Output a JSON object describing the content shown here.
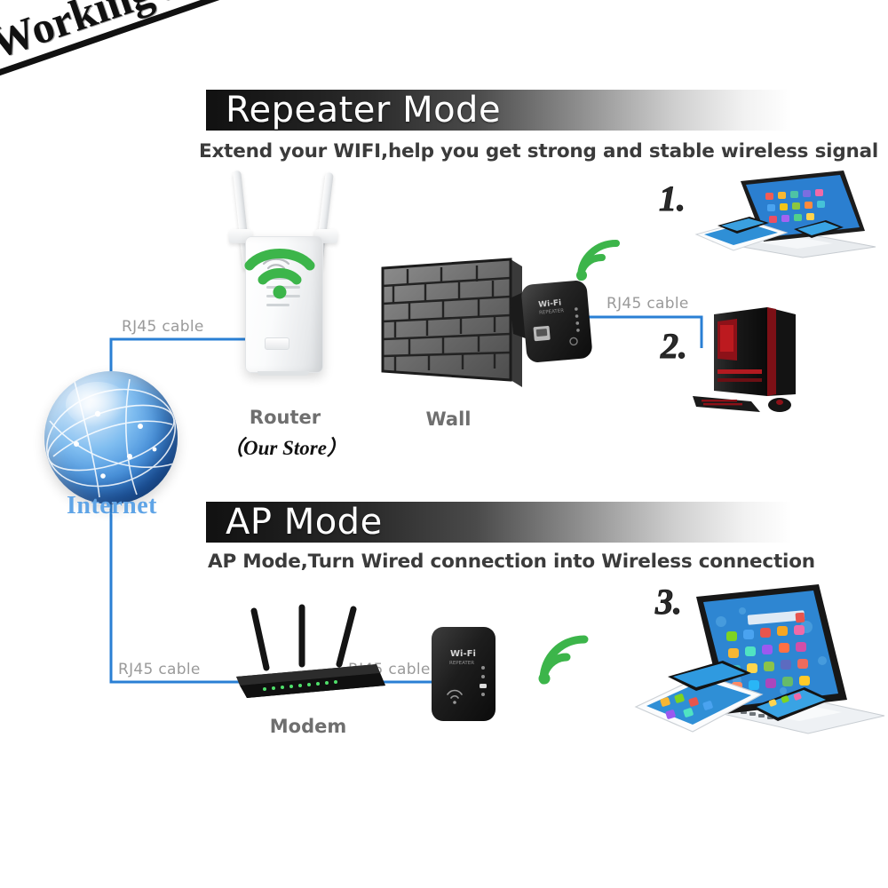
{
  "page": {
    "title": "Working Mode",
    "background": "#ffffff"
  },
  "colors": {
    "wifi_green": "#3cb54a",
    "cable_blue": "#2a7fd4",
    "internet_blue": "#5fa4e6",
    "label_gray": "#6f6f6f",
    "cable_label_gray": "#9a9a9a",
    "banner_dark": "#111111"
  },
  "sections": [
    {
      "id": "repeater",
      "banner_label": "Repeater Mode",
      "subtitle": "Extend your WIFI,help you get strong and stable wireless signal"
    },
    {
      "id": "ap",
      "banner_label": "AP Mode",
      "subtitle": "AP Mode,Turn Wired connection into Wireless connection"
    }
  ],
  "nodes": {
    "internet": {
      "label": "Internet"
    },
    "router": {
      "label": "Router",
      "sublabel": "（Our Store）"
    },
    "wall": {
      "label": "Wall"
    },
    "modem": {
      "label": "Modem"
    },
    "repeater_device": {
      "brand_line1": "Wi-Fi",
      "brand_line2": "REPEATER"
    },
    "ap_device": {
      "brand_line1": "Wi-Fi",
      "brand_line2": "REPEATER"
    }
  },
  "cables": [
    {
      "id": "internet-to-router",
      "label": "RJ45 cable"
    },
    {
      "id": "repeater-to-pc",
      "label": "RJ45 cable"
    },
    {
      "id": "internet-to-modem",
      "label": "RJ45 cable"
    },
    {
      "id": "modem-to-ap",
      "label": "RJ45 cable"
    }
  ],
  "markers": [
    {
      "id": "marker-1",
      "label": "1.",
      "target": "laptop-tablet-phone cluster (wireless)"
    },
    {
      "id": "marker-2",
      "label": "2.",
      "target": "desktop pc (wired)"
    },
    {
      "id": "marker-3",
      "label": "3.",
      "target": "laptop-tablet-phone cluster (wireless)"
    }
  ],
  "icons": {
    "wifi_router": "wifi-signal-icon",
    "wifi_repeater": "wifi-signal-icon",
    "wifi_ap": "wifi-signal-icon"
  }
}
